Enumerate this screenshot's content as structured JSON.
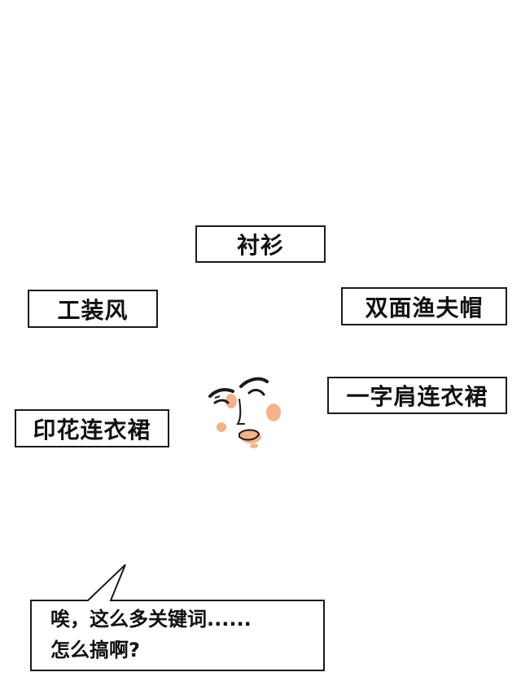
{
  "keywords": [
    "衬衫",
    "工装风",
    "双面渔夫帽",
    "一字肩连衣裙",
    "印花连衣裙"
  ],
  "speech_bubble": {
    "line1": "唉，这么多关键词......",
    "line2": "怎么搞啊?"
  },
  "colors": {
    "outline": "#1a1a1a",
    "skin_blush": "#f2b38a",
    "background": "#ffffff"
  },
  "icons": [
    "worried-face-icon"
  ]
}
